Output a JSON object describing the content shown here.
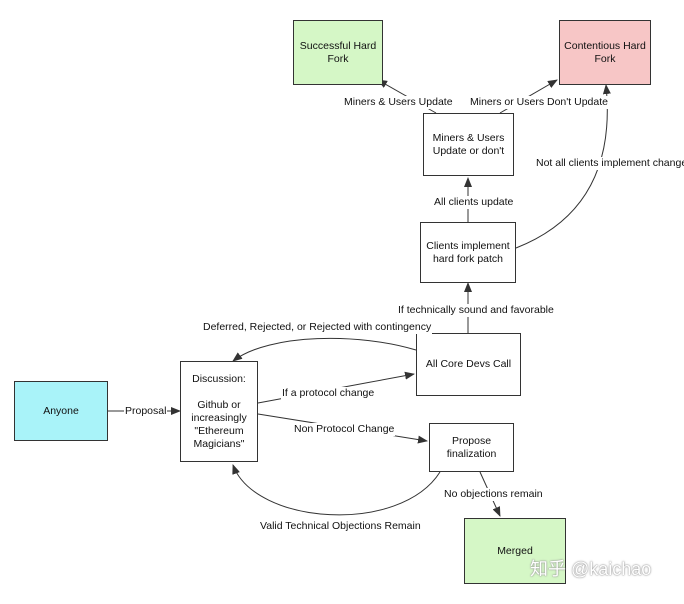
{
  "colors": {
    "green": "#d5f7c6",
    "red": "#f7c6c6",
    "cyan": "#a9f3f9",
    "white": "#ffffff",
    "stroke": "#333333"
  },
  "nodes": {
    "anyone": "Anyone",
    "discussion": "Discussion:\n\nGithub or\nincreasingly\n\"Ethereum\nMagicians\"",
    "all_core_devs_call": "All Core Devs Call",
    "propose_finalization": "Propose\nfinalization",
    "merged": "Merged",
    "clients_implement": "Clients implement\nhard fork patch",
    "miners_users_decide": "Miners & Users\nUpdate or don't",
    "successful_hard_fork": "Successful Hard\nFork",
    "contentious_hard_fork": "Contentious Hard\nFork"
  },
  "edges": {
    "proposal": "Proposal",
    "if_protocol_change": "If a protocol change",
    "non_protocol_change": "Non Protocol Change",
    "deferred_rejected": "Deferred, Rejected, or Rejected with contingency",
    "if_technically_sound": "If technically sound and favorable",
    "all_clients_update": "All clients update",
    "not_all_clients": "Not all clients implement change",
    "miners_users_update": "Miners & Users Update",
    "miners_users_dont_update": "Miners or Users Don't Update",
    "no_objections": "No objections remain",
    "valid_objections": "Valid Technical Objections Remain"
  },
  "watermark": "知乎 @kaichao"
}
